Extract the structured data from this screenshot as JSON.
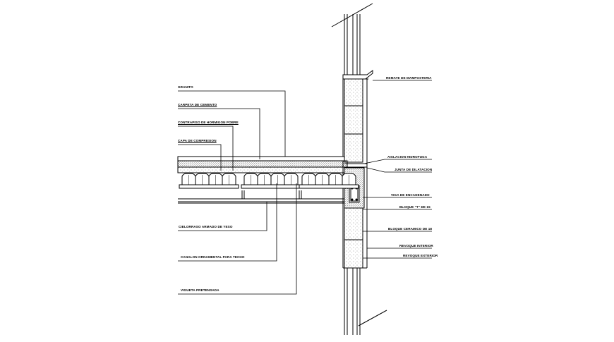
{
  "title": "",
  "colors": {
    "ink": "#000000",
    "paper": "#ffffff"
  },
  "labels_left": [
    "GRANITO",
    "CARPETA DE CEMENTO",
    "CONTRAPISO DE HORMIGON POBRE",
    "CAPA DE COMPRESION",
    "CIELORRASO ARMADO DE YESO",
    "CANALON ORNAMENTAL PARA TECHO",
    "VIGUETA PRETENSADA"
  ],
  "labels_right": [
    "REMATE DE MAMPOSTERIA",
    "AISLACION HIDROFUGA",
    "JUNTA DE DILATACION",
    "VIGA DE ENCADENADO",
    "BLOQUE \"T\" DE 15",
    "BLOQUE CERAMICO DE 18",
    "REVOQUE INTERIOR",
    "REVOQUE EXTERIOR"
  ]
}
